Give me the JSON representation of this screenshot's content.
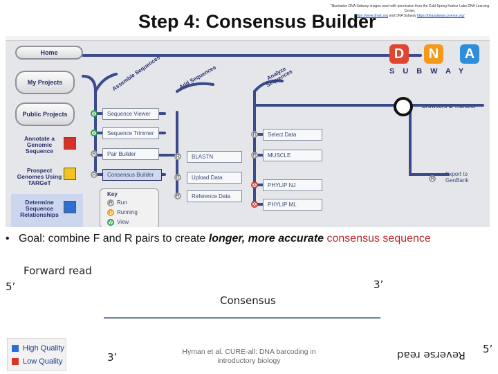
{
  "credit": {
    "line1": "*Illustration DNA Subway images used with permission from the Cold Spring Harbor Labs DNA Learning Center,",
    "link1": "https://www.dnalc.org",
    "mid": " and DNA Subway ",
    "link2": "https://dnasubway.cyverse.org/"
  },
  "slide_title": "Step 4: Consensus Builder",
  "screenshot": {
    "sidebar": {
      "home": "Home",
      "my_projects": "My Projects",
      "public_projects": "Public Projects",
      "annotate": "Annotate a Genomic Sequence",
      "prospect": "Prospect Genomes Using TARGeT",
      "determine": "Determine Sequence Relationships"
    },
    "track_labels": {
      "assemble": "Assemble Sequences",
      "add": "Add Sequences",
      "analyze": "Analyze Sequences"
    },
    "steps": {
      "sequence_viewer": "Sequence Viewer",
      "sequence_trimmer": "Sequence Trimmer",
      "pair_builder": "Pair Builder",
      "consensus_builder": "Consensus Builder",
      "blastn": "BLASTN",
      "upload_data": "Upload Data",
      "reference_data": "Reference Data",
      "select_data": "Select Data",
      "muscle": "MUSCLE",
      "phylip_nj": "PHYLIP NJ",
      "phylip_ml": "PHYLIP ML",
      "browsers_transfer": "Browsers & Transfer",
      "export_genbank": "Export to GenBank"
    },
    "key": {
      "heading": "Key",
      "run": "Run",
      "running": "Running",
      "view": "View"
    },
    "logo": {
      "d": "D",
      "n": "N",
      "a": "A",
      "subway": "SUBWAY"
    },
    "status": {
      "v": "V",
      "r": "R",
      "x": "X"
    },
    "colors": {
      "track_line": "#3a4a8a",
      "d_red": "#e2452f",
      "n_orange": "#f39a1c",
      "a_blue": "#2f8ed9",
      "annotate_red": "#d8312a",
      "prospect_yellow": "#f6c21f",
      "determine_blue": "#2f6fd0"
    }
  },
  "bullet": {
    "mark": "•",
    "prefix": "Goal: combine F and R pairs to create ",
    "emph": "longer, more accurate",
    "suffix": " consensus sequence"
  },
  "diagram": {
    "forward_read": "Forward read",
    "five_prime_left": "5’",
    "three_prime_right": "3’",
    "consensus": "Consensus",
    "three_prime_bottom": "3’",
    "reverse_read": "Reverse read",
    "five_prime_bottom_right": "5’"
  },
  "legend": {
    "high": "High Quality",
    "low": "Low Quality",
    "high_color": "#2a6fd6",
    "low_color": "#d8352a"
  },
  "citation": {
    "line1": "Hyman et al. CURE-all: DNA barcoding in",
    "line2": "introductory biology"
  }
}
